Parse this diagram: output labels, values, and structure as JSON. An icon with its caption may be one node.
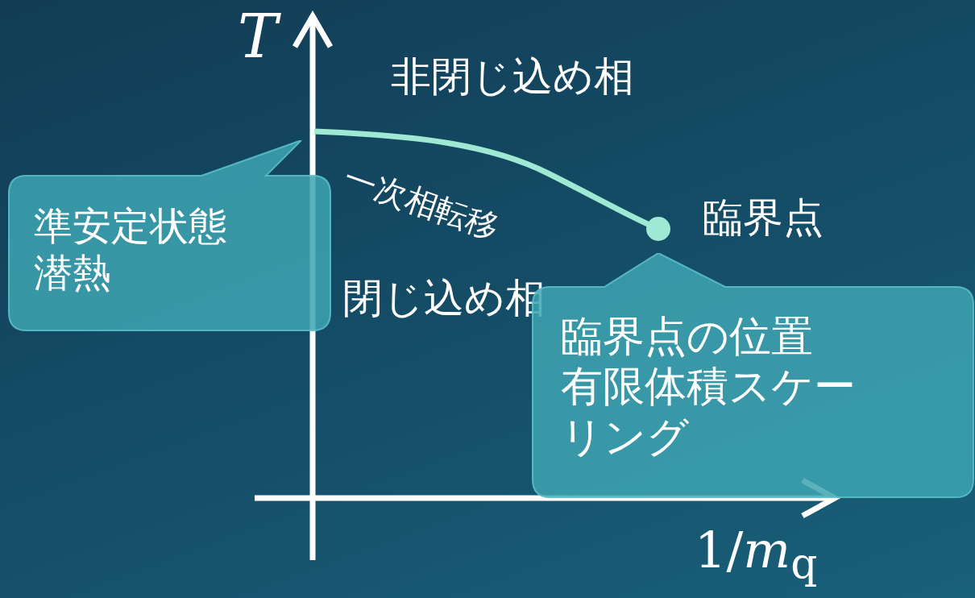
{
  "diagram": {
    "nodes": [
      {
        "text": [
          "準安定状態",
          "潜熱"
        ]
      },
      {
        "text": [
          "臨界点の位置",
          "有限体積スケーリング"
        ]
      }
    ],
    "labels": [
      "T",
      "非閉じ込め相",
      "一次相転移",
      "臨界点",
      "閉じ込め相",
      "1/*m*$_{q}$"
    ]
  }
}
